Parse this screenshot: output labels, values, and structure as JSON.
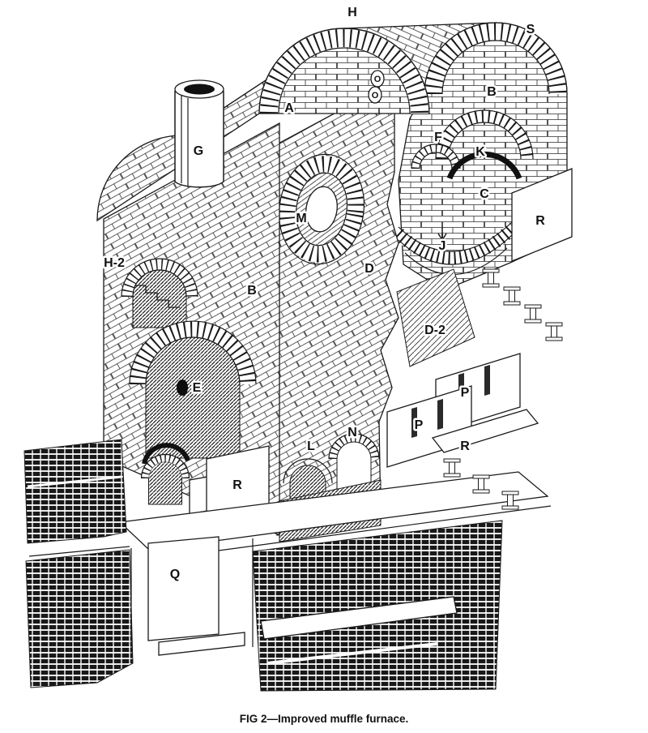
{
  "figure": {
    "caption": "FIG 2—Improved muffle furnace."
  },
  "labels": {
    "H": "H",
    "S": "S",
    "G": "G",
    "A": "A",
    "O": "O",
    "B_right": "B",
    "F": "F",
    "K": "K",
    "M": "M",
    "C": "C",
    "R_right_upper": "R",
    "H2": "H-2",
    "J": "J",
    "D": "D",
    "B_left": "B",
    "D2": "D-2",
    "E": "E",
    "P_upper": "P",
    "P_lower": "P",
    "R_trough": "R",
    "L": "L",
    "N": "N",
    "R_left": "R",
    "Q": "Q"
  },
  "colors": {
    "ink": "#1a1a1a",
    "paper": "#ffffff"
  }
}
